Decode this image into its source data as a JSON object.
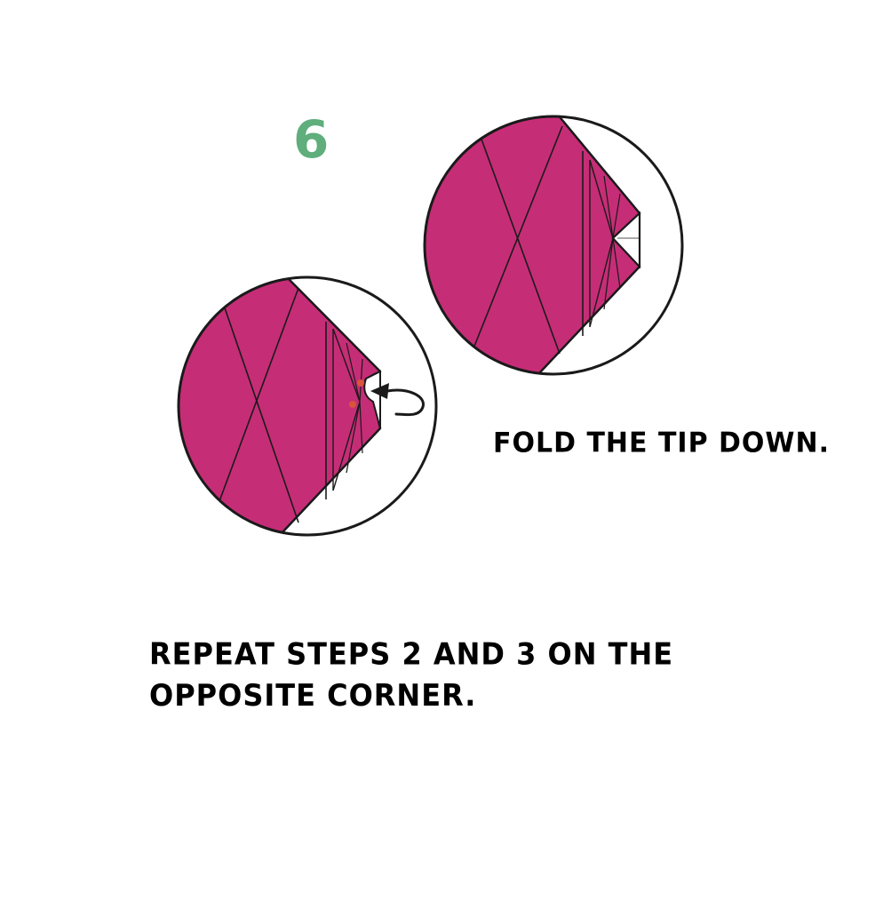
{
  "step": {
    "number": "6"
  },
  "instructions": {
    "fold_tip": "FOLD THE TIP DOWN.",
    "repeat_line1": "REPEAT STEPS 2 AND 3 ON THE",
    "repeat_line2": "OPPOSITE CORNER."
  },
  "colors": {
    "paper": "#C62D77",
    "step_number": "#5FAE7B",
    "outline": "#1A1A1A",
    "marker_dot": "#D9543A",
    "background": "#FFFFFF"
  },
  "icons": {
    "fold_arrow": "curved-arrow-icon"
  }
}
